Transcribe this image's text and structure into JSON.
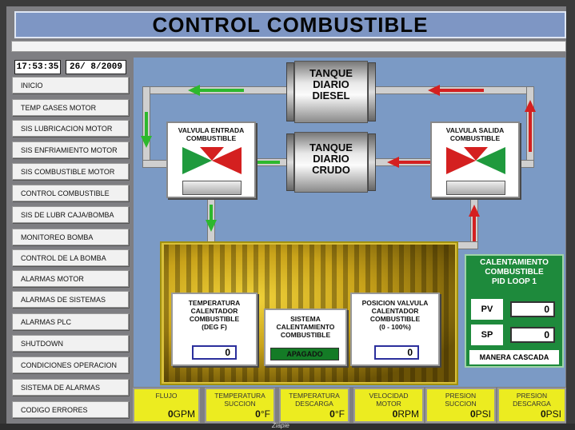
{
  "title": "CONTROL COMBUSTIBLE",
  "clock": {
    "time": "17:53:35",
    "date": "26/ 8/2009"
  },
  "nav": [
    "INICIO",
    "TEMP GASES MOTOR",
    "SIS LUBRICACION MOTOR",
    "SIS ENFRIAMIENTO MOTOR",
    "SIS COMBUSTIBLE MOTOR",
    "CONTROL COMBUSTIBLE",
    "SIS DE LUBR CAJA/BOMBA",
    "MONITOREO BOMBA",
    "CONTROL DE LA BOMBA",
    "ALARMAS MOTOR",
    "ALARMAS DE SISTEMAS",
    "ALARMAS PLC",
    "SHUTDOWN",
    "CONDICIONES OPERACION",
    "SISTEMA DE ALARMAS",
    "CODIGO ERRORES"
  ],
  "tanks": {
    "diesel": {
      "line1": "TANQUE",
      "line2": "DIARIO",
      "line3": "DIESEL"
    },
    "crudo": {
      "line1": "TANQUE",
      "line2": "DIARIO",
      "line3": "CRUDO"
    }
  },
  "valves": {
    "entrada": {
      "line1": "VALVULA ENTRADA",
      "line2": "COMBUSTIBLE"
    },
    "salida": {
      "line1": "VALVULA SALIDA",
      "line2": "COMBUSTIBLE"
    }
  },
  "temperature_box": {
    "line1": "TEMPERATURA",
    "line2": "CALENTADOR",
    "line3": "COMBUSTIBLE",
    "line4": "(DEG F)",
    "value": "0"
  },
  "heating_system": {
    "line1": "SISTEMA",
    "line2": "CALENTAMIENTO",
    "line3": "COMBUSTIBLE",
    "status": "APAGADO"
  },
  "valve_position": {
    "line1": "POSICION VALVULA",
    "line2": "CALENTADOR",
    "line3": "COMBUSTIBLE",
    "line4": "(0 - 100%)",
    "value": "0"
  },
  "pid": {
    "line1": "CALENTAMIENTO",
    "line2": "COMBUSTIBLE",
    "line3": "PID LOOP 1",
    "pv_label": "PV",
    "pv_value": "0",
    "sp_label": "SP",
    "sp_value": "0",
    "mode": "MANERA CASCADA"
  },
  "meters": [
    {
      "line1": "FLUJO",
      "line2": "",
      "value": "0",
      "unit": "GPM"
    },
    {
      "line1": "TEMPERATURA",
      "line2": "SUCCION",
      "value": "0",
      "unit": "°F"
    },
    {
      "line1": "TEMPERATURA",
      "line2": "DESCARGA",
      "value": "0",
      "unit": "°F"
    },
    {
      "line1": "VELOCIDAD",
      "line2": "MOTOR",
      "value": "0",
      "unit": "RPM"
    },
    {
      "line1": "PRESION",
      "line2": "SUCCION",
      "value": "0",
      "unit": "PSI"
    },
    {
      "line1": "PRESION",
      "line2": "DESCARGA",
      "value": "0",
      "unit": "PSI"
    }
  ],
  "colors": {
    "green_flow": "#2db82d",
    "red_flow": "#d42020",
    "panel_blue": "#7b9ac5",
    "meter_yellow": "#ecec20",
    "pid_green": "#1e8a3c"
  },
  "footer": "Ziapie"
}
